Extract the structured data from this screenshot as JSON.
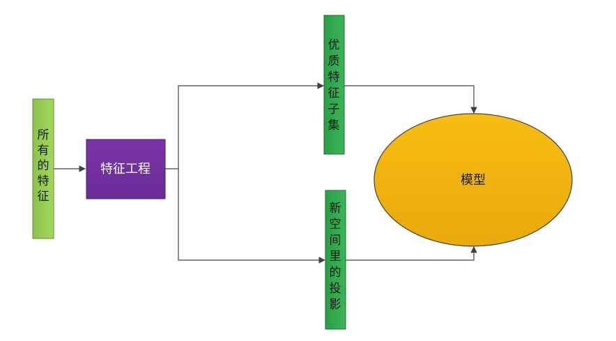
{
  "nodes": {
    "all_features": {
      "label": [
        "所",
        "有",
        "的",
        "特",
        "征"
      ],
      "color": "#92D050"
    },
    "feature_engineering": {
      "label": "特征工程",
      "color": "#7030A0"
    },
    "quality_subset": {
      "label": [
        "优",
        "质",
        "特",
        "征",
        "子",
        "集"
      ],
      "color": "#2EA84A"
    },
    "new_space_projection": {
      "label": [
        "新",
        "空",
        "间",
        "里",
        "的",
        "投",
        "影"
      ],
      "color": "#2EA84A"
    },
    "model": {
      "label": "模型",
      "color": "#F5B80C"
    }
  }
}
